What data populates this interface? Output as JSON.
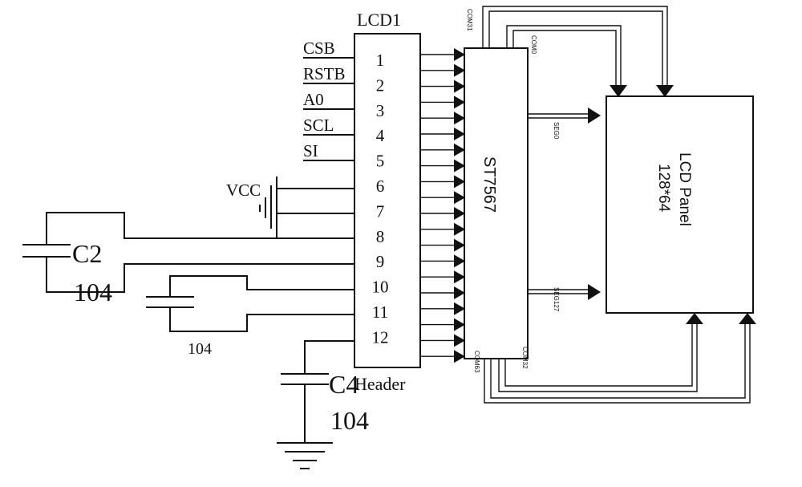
{
  "header_ref": "LCD1",
  "header_footer": "Header",
  "signals": [
    "CSB",
    "RSTB",
    "A0",
    "SCL",
    "SI"
  ],
  "pins": [
    "1",
    "2",
    "3",
    "4",
    "5",
    "6",
    "7",
    "8",
    "9",
    "10",
    "11",
    "12"
  ],
  "vcc_label": "VCC",
  "capacitors": {
    "c2": {
      "name": "C2",
      "value": "104"
    },
    "c3": {
      "value": "104"
    },
    "c4": {
      "name": "C4",
      "value": "104"
    }
  },
  "driver": {
    "name": "ST7567",
    "com0": "COM0",
    "com31": "COM31",
    "com32": "COM32",
    "com63": "COM63",
    "seg0": "SEG0",
    "seg127": "SEG127"
  },
  "panel": {
    "title": "LCD Panel",
    "resolution": "128*64"
  }
}
